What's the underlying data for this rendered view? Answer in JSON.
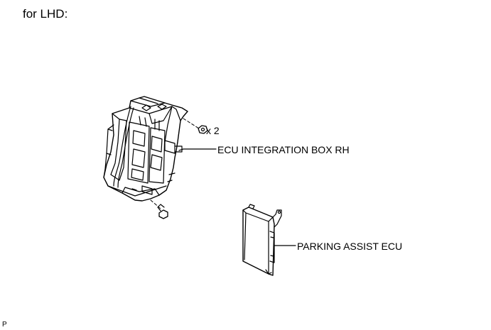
{
  "caption": "for LHD:",
  "labels": {
    "ecu_integration_box": "ECU INTEGRATION BOX RH",
    "parking_assist_ecu": "PARKING ASSIST ECU",
    "fastener_quantity": "x 2"
  },
  "page_code": "P",
  "icons": {
    "nut": "hex-nut-icon",
    "bolt": "bolt-icon"
  },
  "colors": {
    "ink": "#000000",
    "background": "#ffffff"
  }
}
